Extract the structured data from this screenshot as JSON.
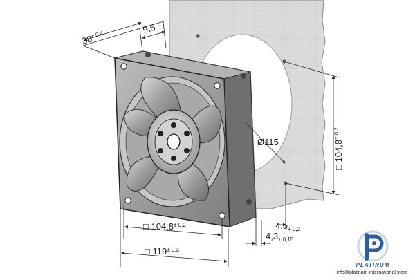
{
  "diagram": {
    "dim_depth": {
      "value": "38",
      "tol": "± 0,4"
    },
    "dim_flange": {
      "value": "9,5"
    },
    "dim_diameter": {
      "symbol": "Ø",
      "value": "115"
    },
    "dim_vertical": {
      "symbol": "□",
      "value": "104,8",
      "tol": "± 0,2"
    },
    "dim_hole_spacing": {
      "symbol": "□",
      "value": "104,8",
      "tol": "± 0,2"
    },
    "dim_overall": {
      "symbol": "□",
      "value": "119",
      "tol": "± 0,3"
    },
    "dim_small_1": {
      "value": "4,5",
      "tol": "+ 0,2"
    },
    "dim_small_2": {
      "value": "4,3",
      "tol": "± 0,15"
    }
  },
  "brand": {
    "name": "PLATINUM",
    "website": "info@platinum-international.store",
    "accent_color": "#2c5fa0",
    "logo_icon": "p-logo-icon"
  }
}
